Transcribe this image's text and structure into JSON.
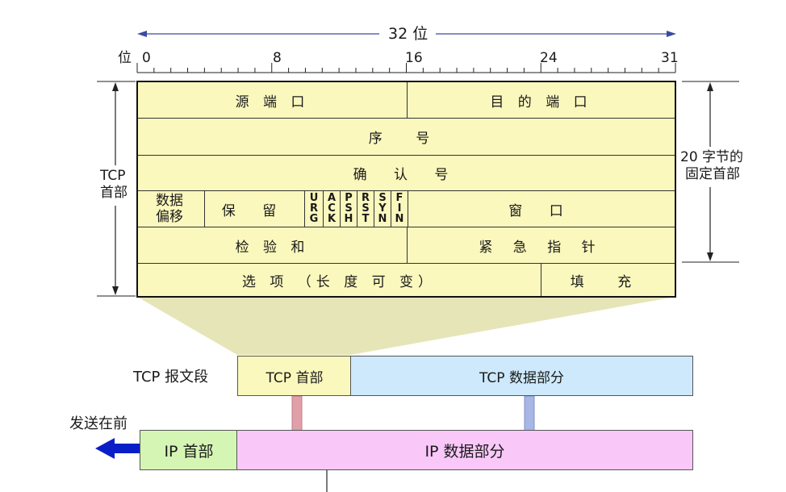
{
  "header": {
    "bits_label": "32 位",
    "axis_label": "位",
    "ticks": [
      "0",
      "8",
      "16",
      "24",
      "31"
    ]
  },
  "side": {
    "tcp_header_line1": "TCP",
    "tcp_header_line2": "首部",
    "fixed_line1": "20 字节的",
    "fixed_line2": "固定首部"
  },
  "fields": {
    "source_port": "源 端 口",
    "dest_port": "目 的 端 口",
    "seq": "序 号",
    "ack_num": "确 认 号",
    "offset_line1": "数据",
    "offset_line2": "偏移",
    "reserved": "保 留",
    "flags": [
      "URG",
      "ACK",
      "PSH",
      "RST",
      "SYN",
      "FIN"
    ],
    "window": "窗 口",
    "checksum": "检 验 和",
    "urgent": "紧 急 指 针",
    "options": "选 项 （长 度 可 变）",
    "padding": "填 充"
  },
  "segment": {
    "label": "TCP 报文段",
    "header": "TCP 首部",
    "data": "TCP 数据部分"
  },
  "ip": {
    "send_first": "发送在前",
    "header": "IP 首部",
    "data": "IP 数据部分"
  },
  "colors": {
    "table_fill": "#fbf8bd",
    "segment_data_fill": "#cde9fb",
    "ip_header_fill": "#d5f5b5",
    "ip_data_fill": "#f9c8f9",
    "arrow_red": "#e0a0a8",
    "arrow_blue": "#a8b6e6",
    "send_arrow": "#0a1ec8",
    "axis_arrow": "#3c4ba0"
  }
}
